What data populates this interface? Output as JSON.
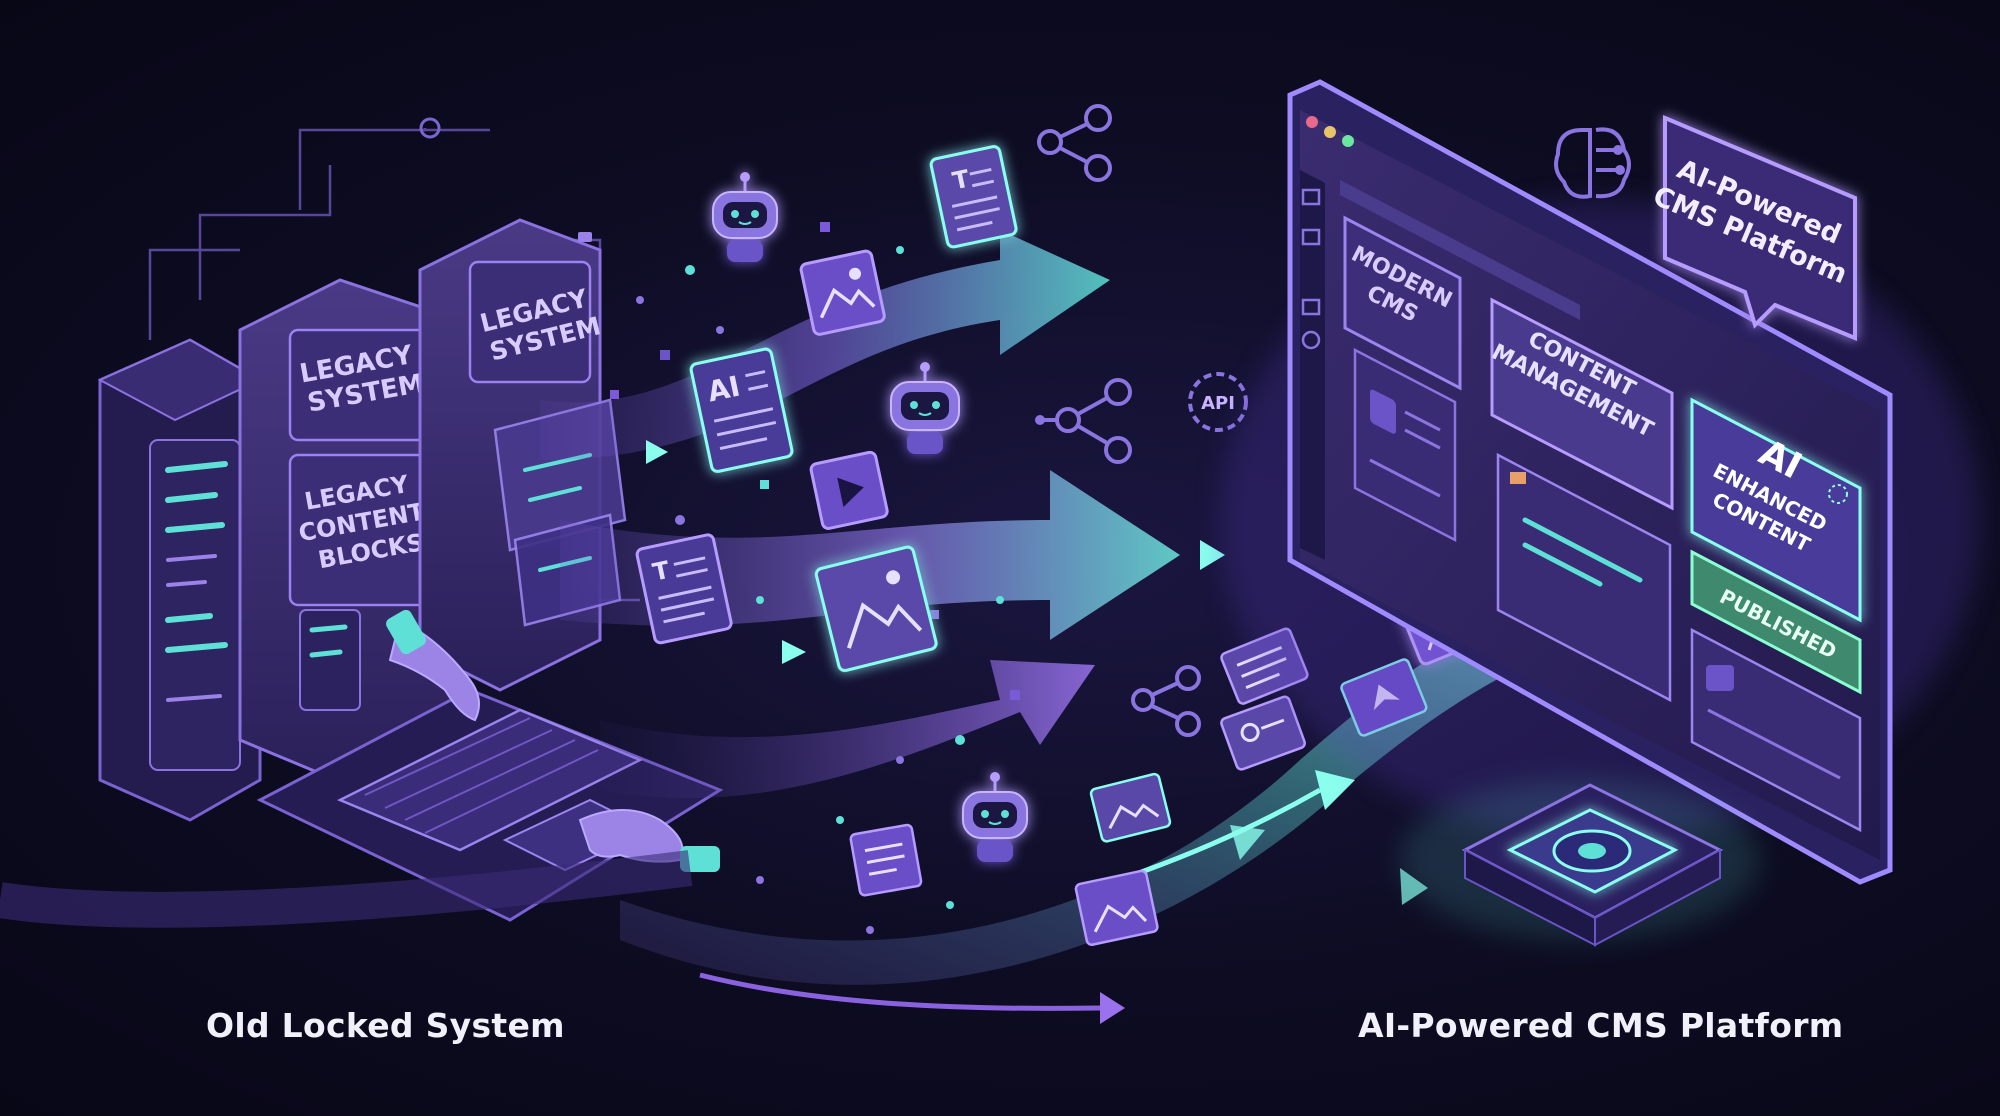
{
  "captions": {
    "left": "Old Locked System",
    "right": "AI-Powered CMS Platform"
  },
  "legacy": {
    "server_label_1": [
      "LEGACY",
      "SYSTEM"
    ],
    "server_label_2": [
      "LEGACY",
      "SYSTEM"
    ],
    "blocks_label": [
      "LEGACY",
      "CONTENT",
      "BLOCKS"
    ]
  },
  "flow": {
    "doc_ai_label": "AI",
    "doc_text_label": "T",
    "api_badge": "API"
  },
  "cms": {
    "bubble_label": [
      "AI-Powered",
      "CMS Platform"
    ],
    "modern_cms_label": [
      "MODERN",
      "CMS"
    ],
    "content_management_label": [
      "CONTENT",
      "MANAGEMENT"
    ],
    "ai_enhanced_title": "AI",
    "ai_enhanced_label": [
      "ENHANCED",
      "CONTENT"
    ],
    "published_label": "PUBLISHED"
  },
  "colors": {
    "background": "#0d0c22",
    "purple": "#8b6ce0",
    "violet_panel": "#3a2a6e",
    "cyan": "#5ee0d6",
    "green_badge": "#3f8a6e"
  },
  "icons": [
    "robot-icon",
    "share-network-icon",
    "brain-circuit-icon",
    "image-icon",
    "video-play-icon",
    "document-icon",
    "hand-icon",
    "keyboard-icon",
    "arrow-icon"
  ]
}
